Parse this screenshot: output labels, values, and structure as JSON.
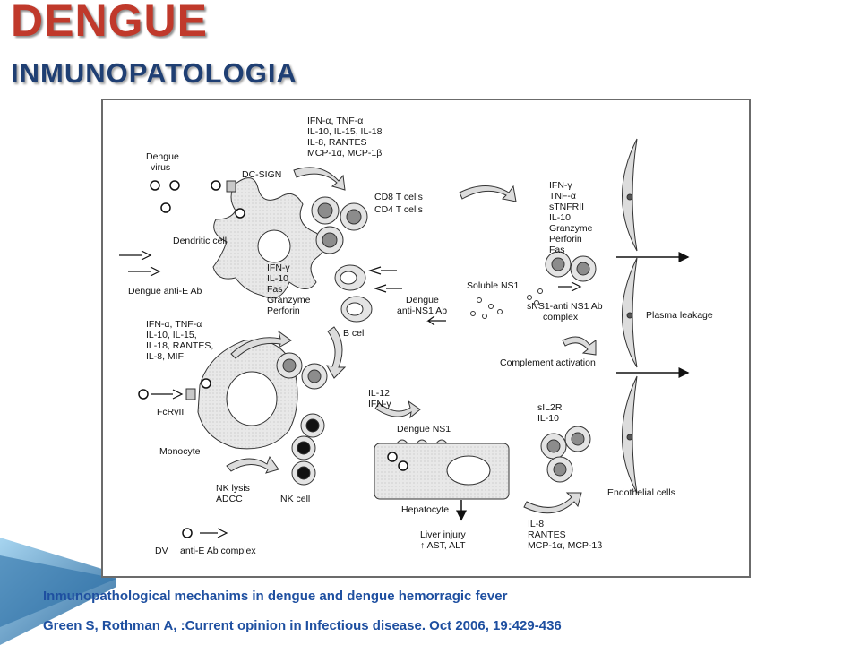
{
  "slide": {
    "title": "DENGUE",
    "subtitle": "INMUNOPATOLOGIA",
    "caption_line1": "Inmunopathological mechanims in dengue and dengue hemorragic fever",
    "caption_line2": "Green S, Rothman A, :Current opinion in Infectious disease. Oct 2006, 19:429-436"
  },
  "colors": {
    "title": "#c0392b",
    "subtitle": "#1f3f73",
    "caption": "#1e4fa0",
    "figure_border": "#6b6b6b",
    "cell_fill": "#e4e4e4",
    "nucleus_gray": "#8c8c8c",
    "nucleus_black": "#111111",
    "deco_blue": "#4a90c0"
  },
  "figure": {
    "labels": {
      "dengue_virus": [
        "Dengue",
        "virus"
      ],
      "dc_sign": "DC-SIGN",
      "dc_cytokines": [
        "IFN-α, TNF-α",
        "IL-10, IL-15, IL-18",
        "IL-8, RANTES",
        "MCP-1α, MCP-1β"
      ],
      "t_cells": [
        "CD8 T cells",
        "CD4 T cells"
      ],
      "t_cytokines": [
        "IFN-γ",
        "TNF-α",
        "sTNFRII",
        "IL-10",
        "Granzyme",
        "Perforin",
        "Fas"
      ],
      "dendritic_cell": "Dendritic cell",
      "anti_e_ab": "Dengue anti-E Ab",
      "ifng_block": [
        "IFN-γ",
        "IL-10",
        "Fas",
        "Granzyme",
        "Perforin"
      ],
      "dengue_anti_ns1": [
        "Dengue",
        "anti-NS1 Ab"
      ],
      "soluble_ns1": "Soluble NS1",
      "sns1_complex": [
        "sNS1-anti NS1 Ab",
        "complex"
      ],
      "plasma_leakage": "Plasma leakage",
      "monocyte_cytokines": [
        "IFN-α, TNF-α",
        "IL-10, IL-15,",
        "IL-18, RANTES,",
        "IL-8, MIF"
      ],
      "b_cell": "B cell",
      "complement": "Complement activation",
      "fcr": "FcRγII",
      "il12": [
        "IL-12",
        "IFN-γ"
      ],
      "dengue_ns1": "Dengue NS1",
      "sil2r": [
        "sIL2R",
        "IL-10"
      ],
      "monocyte": "Monocyte",
      "nk_lysis": [
        "NK lysis",
        "ADCC"
      ],
      "nk_cell": "NK cell",
      "hepatocyte": "Hepatocyte",
      "endothelial": "Endothelial cells",
      "liver_injury": [
        "Liver injury",
        "↑ AST, ALT"
      ],
      "il8_block": [
        "IL-8",
        "RANTES",
        "MCP-1α, MCP-1β"
      ],
      "dv_complex": [
        "DV",
        "anti-E Ab complex"
      ]
    }
  }
}
